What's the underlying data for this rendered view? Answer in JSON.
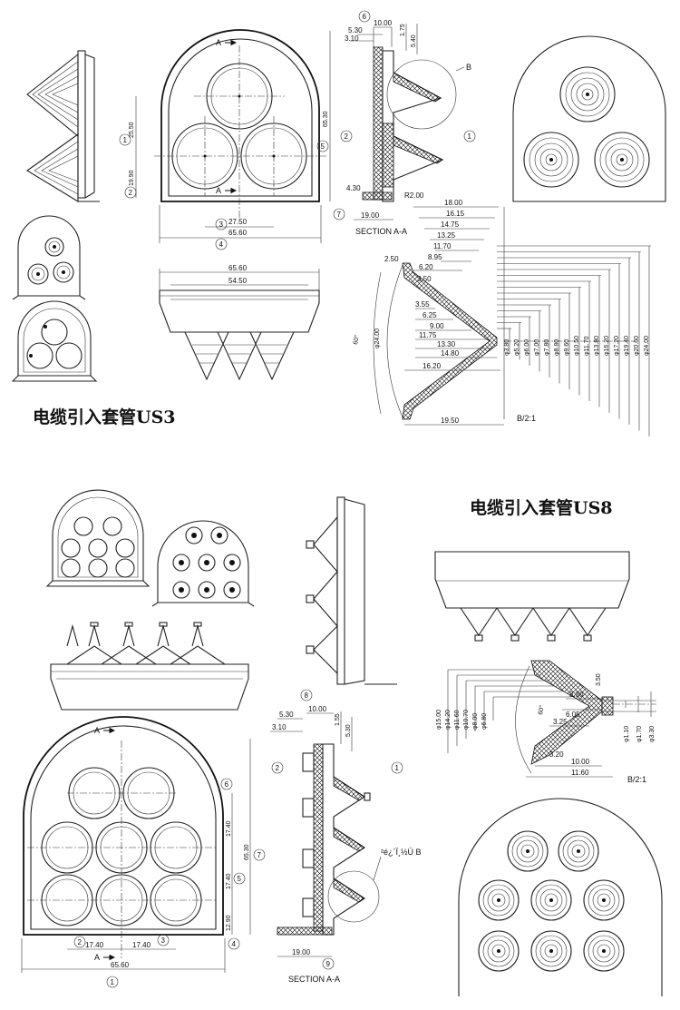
{
  "titles": {
    "us3": "电缆引入套管US3",
    "us8": "电缆引入套管US8"
  },
  "us3": {
    "section_marker": "A",
    "front_dims": {
      "w_total": "65.60",
      "spacing": "27.50",
      "h_upper": "25.50",
      "h_lower": "19.90",
      "h_total": "65.30"
    },
    "front_balloons": [
      "1",
      "2",
      "3",
      "4",
      "5"
    ],
    "section": {
      "caption": "SECTION A-A",
      "top_dims": [
        "10.00",
        "5.30",
        "3.10",
        "1.75",
        "5.40"
      ],
      "side_dims": [
        "4.30",
        "R2.00",
        "19.00"
      ],
      "detail_label": "B",
      "balloons": [
        "6",
        "2",
        "1",
        "7"
      ]
    },
    "side_dims": {
      "outer": "65.60",
      "inner": "54.50"
    },
    "detail": {
      "caption": "B/2:1",
      "angle": "60°",
      "left_dia": "φ24.00",
      "top_dims": [
        "18.00",
        "16.15",
        "14.75",
        "13.25",
        "11.70",
        "8.95",
        "6.20",
        "2.50"
      ],
      "inner_dims": [
        "3.50",
        "3.55",
        "6.25",
        "9.00",
        "11.75",
        "13.30",
        "14.80",
        "16.20"
      ],
      "bottom_dim": "19.50",
      "right_dias": [
        "φ3.80",
        "φ5.20",
        "φ6.00",
        "φ7.00",
        "φ7.80",
        "φ8.80",
        "φ9.60",
        "φ10.50",
        "φ11.70",
        "φ13.80",
        "φ16.20",
        "φ17.20",
        "φ19.40",
        "φ20.60",
        "φ24.00"
      ]
    }
  },
  "us8": {
    "section_marker": "A",
    "front_dims": {
      "w_total": "65.60",
      "pitch_a": "17.40",
      "pitch_b": "17.40",
      "v_pitch_a": "17.40",
      "v_pitch_b": "17.40",
      "h_total": "65.30",
      "h_bottom": "12.90"
    },
    "front_balloons": [
      "6",
      "7",
      "5",
      "2",
      "3",
      "4",
      "1"
    ],
    "section": {
      "caption": "SECTION A-A",
      "top_dims": [
        "5.30",
        "10.00",
        "3.10",
        "1.55",
        "5.30"
      ],
      "bottom_dim": "19.00",
      "detail_label": "²é¿´Ï¸½Ú B",
      "balloons": [
        "8",
        "2",
        "1",
        "9"
      ]
    },
    "detail": {
      "caption": "B/2:1",
      "angle": "60°",
      "left_dias": [
        "φ15.00",
        "φ14.20",
        "φ11.60",
        "φ10.70",
        "φ8.00",
        "φ6.80"
      ],
      "h_dims": [
        "8.30",
        "6.05",
        "3.25",
        "3.20",
        "10.00",
        "11.60"
      ],
      "top_dim": "3.50",
      "right_dias": [
        "φ1.10",
        "φ1.70",
        "φ3.30"
      ]
    }
  }
}
